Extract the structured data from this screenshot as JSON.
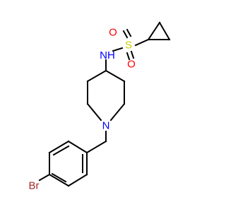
{
  "molecule": {
    "atoms": {
      "n_amide": {
        "symbol": "N",
        "suffix": "H",
        "color": "#0000ff"
      },
      "s": {
        "symbol": "S",
        "color": "#cccc00"
      },
      "o1": {
        "symbol": "O",
        "color": "#ff0000"
      },
      "o2": {
        "symbol": "O",
        "color": "#ff0000"
      },
      "n_ring": {
        "symbol": "N",
        "color": "#0000ff"
      },
      "br": {
        "symbol": "Br",
        "color": "#a52a2a"
      }
    },
    "colors": {
      "bond": "#000000",
      "background": "#ffffff"
    }
  }
}
